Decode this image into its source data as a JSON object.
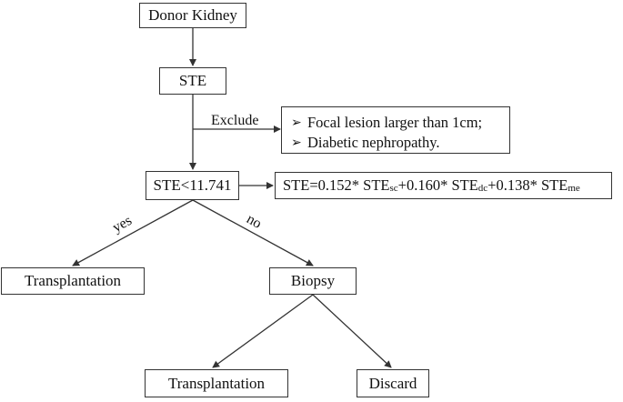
{
  "nodes": {
    "donor_kidney": "Donor Kidney",
    "ste": "STE",
    "threshold": "STE<11.741",
    "transplant_left": "Transplantation",
    "biopsy": "Biopsy",
    "transplant_bottom": "Transplantation",
    "discard": "Discard"
  },
  "exclude": {
    "label": "Exclude",
    "bullet_glyph": "➢",
    "items": [
      "Focal lesion larger than 1cm;",
      "Diabetic nephropathy."
    ]
  },
  "formula": {
    "p1": "STE=0.152* STE",
    "s1": "sc",
    "p2": "+0.160* STE",
    "s2": "dc",
    "p3": "+0.138* STE",
    "s3": "me"
  },
  "edges": {
    "yes": "yes",
    "no": "no"
  }
}
